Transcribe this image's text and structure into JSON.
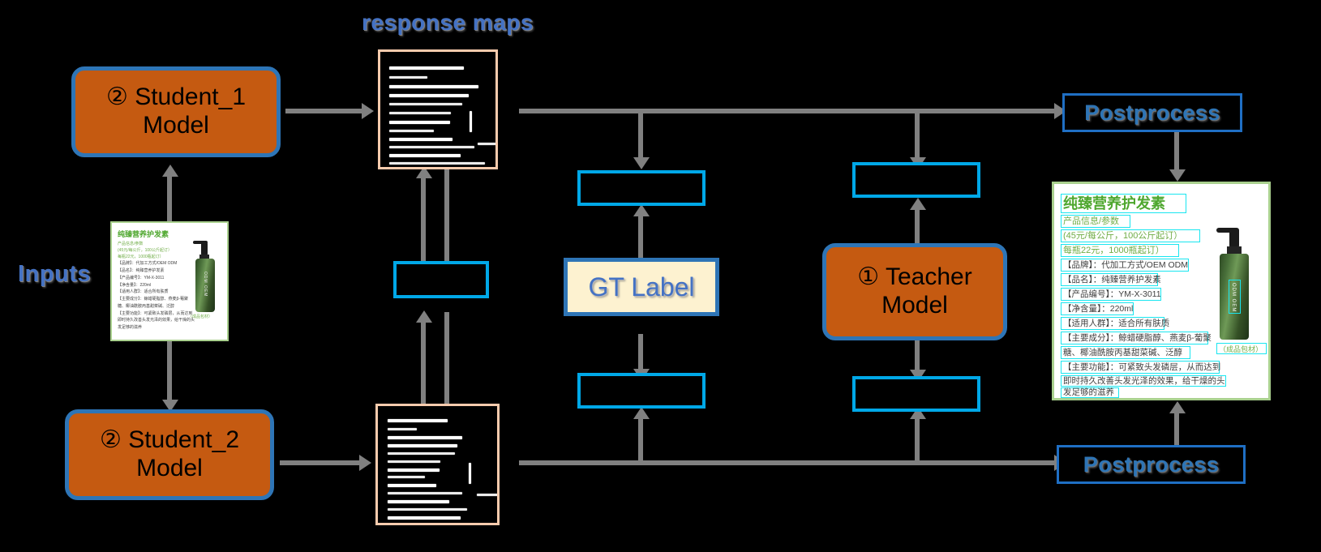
{
  "figure": {
    "title_response_maps": "response maps",
    "label_inputs": "Inputs"
  },
  "models": {
    "student1": "② Student_1\nModel",
    "student1_line1": "② Student_1",
    "student1_line2": "Model",
    "student2_line1": "② Student_2",
    "student2_line2": "Model",
    "teacher_line1": "① Teacher",
    "teacher_line2": "Model",
    "gt_label": "GT Label"
  },
  "postprocess": {
    "top": "Postprocess",
    "bottom": "Postprocess"
  },
  "loss_boxes": {
    "mid_left": "",
    "gt_top": "",
    "gt_bottom": "",
    "teacher_top": "",
    "teacher_bottom": ""
  },
  "input_card": {
    "title": "纯臻营养护发素",
    "sub1": "产品信息/参数",
    "sub2": "(45元/每公斤，100公斤起订）",
    "sub3": "每瓶22元，1000瓶起订）",
    "lines": [
      "【品牌】：代加工方式/OEM ODM",
      "【品名】：纯臻营养护发素",
      "【产品编号】：YM-X-3011",
      "【净含量】：220ml",
      "【适用人群】：适合所有肤质",
      "【主要成分】：鲸蜡硬脂醇、燕麦β-葡聚",
      "糖、椰油酰胺丙基甜菜碱、泛醇",
      "【主要功能】：可紧致头发磷层，从而达到",
      "即时持久改善头发光泽的效果，给干燥的头",
      "发足够的滋养"
    ],
    "bottle_label": "ODM OEM",
    "caption": "（成品包材）"
  },
  "output_card": {
    "title": "纯臻营养护发素",
    "sub1": "产品信息/参数",
    "sub2": "(45元/每公斤，100公斤起订）",
    "sub3": "每瓶22元，1000瓶起订）",
    "lines": [
      "【品牌】：代加工方式/OEM ODM",
      "【品名】：纯臻营养护发素",
      "【产品编号】：YM-X-3011",
      "【净含量】：220ml",
      "【适用人群】：适合所有肤质",
      "【主要成分】：鲸蜡硬脂醇、燕麦β-葡聚",
      "糖、椰油酰胺丙基甜菜碱、泛醇",
      "【主要功能】：可紧致头发磷层，从而达到",
      "即时持久改善头发光泽的效果，给干燥的头",
      "发足够的滋养"
    ],
    "bottle_label": "ODM OEM",
    "caption": "（成品包材）"
  },
  "colors": {
    "background": "#000000",
    "model_fill": "#C55A11",
    "model_border": "#2E75B6",
    "gt_fill": "#FDF2D0",
    "heading_blue": "#4472C4",
    "loss_border": "#00A8E8",
    "respmap_border": "#F8CBAD",
    "arrow_gray": "#808080",
    "detection_box": "#19E6F0",
    "card_border_green": "#A9D08E"
  }
}
